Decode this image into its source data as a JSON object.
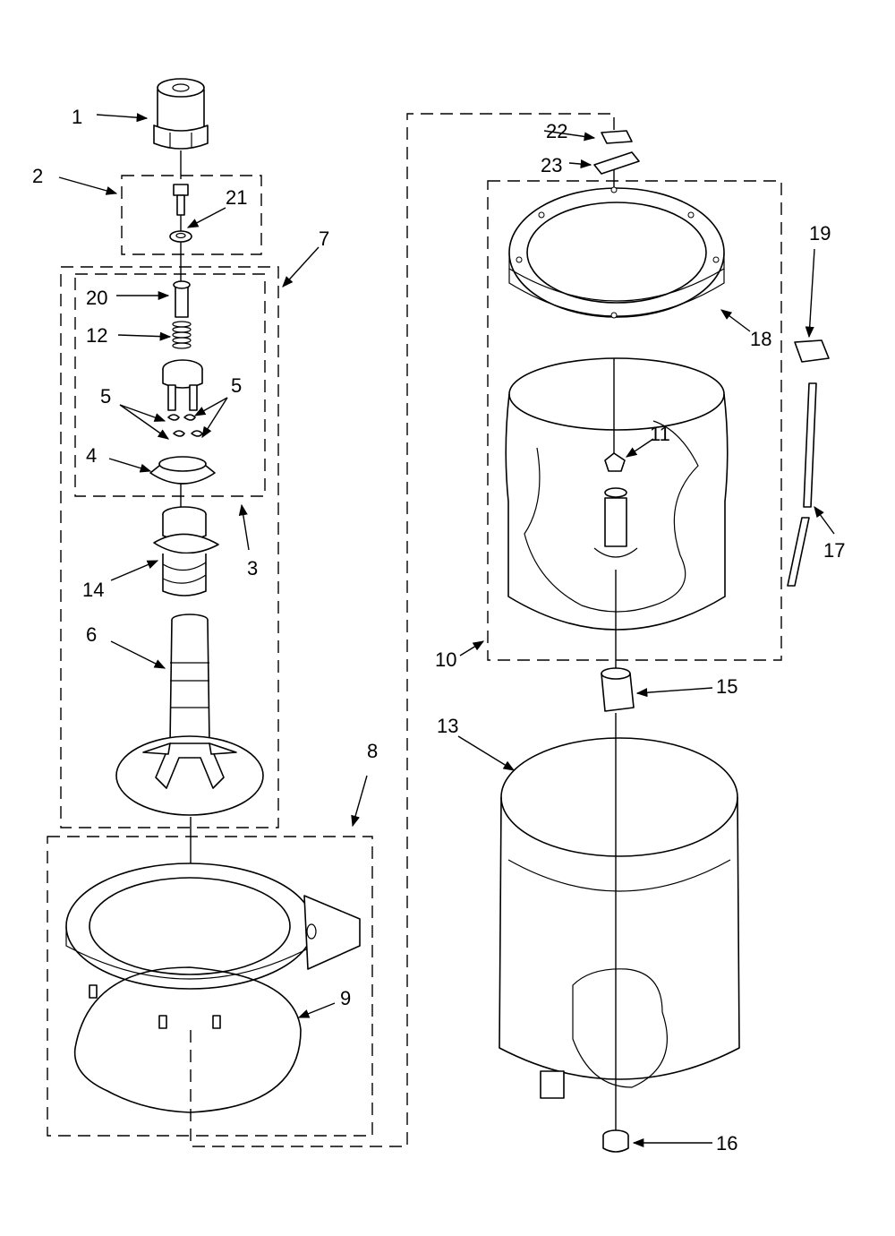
{
  "labels": {
    "l1": "1",
    "l2": "2",
    "l3": "3",
    "l4": "4",
    "l5a": "5",
    "l5b": "5",
    "l6": "6",
    "l7": "7",
    "l8": "8",
    "l9": "9",
    "l10": "10",
    "l11": "11",
    "l12": "12",
    "l13": "13",
    "l14": "14",
    "l15": "15",
    "l16": "16",
    "l17": "17",
    "l18": "18",
    "l19": "19",
    "l20": "20",
    "l21": "21",
    "l22": "22",
    "l23": "23"
  }
}
